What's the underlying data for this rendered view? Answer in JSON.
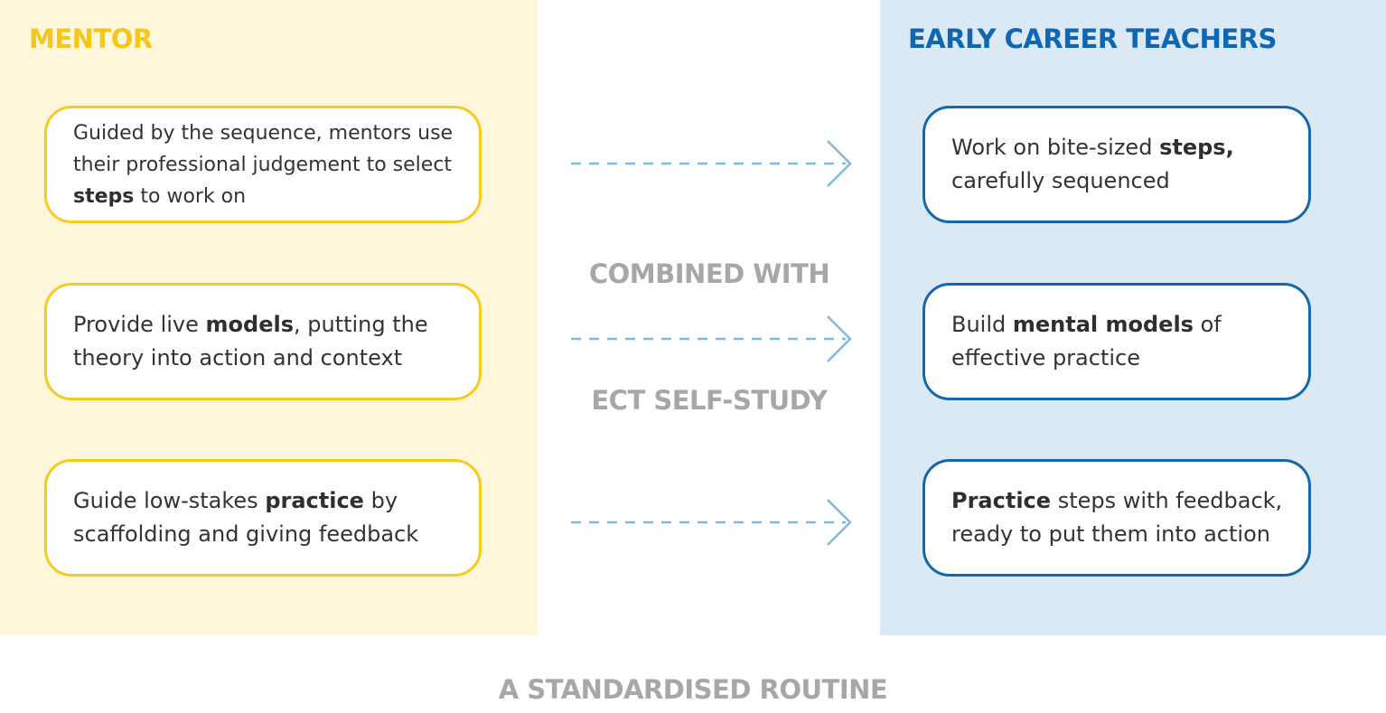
{
  "mentor": {
    "title": "MENTOR",
    "boxes": [
      {
        "before": "Guided by the sequence, mentors use their professional judgement to select ",
        "bold": "steps",
        "after": " to work on"
      },
      {
        "before": "Provide live ",
        "bold": "models",
        "after": ", putting the theory into action and context"
      },
      {
        "before": "Guide low-stakes ",
        "bold": "practice",
        "after": " by scaffolding and giving feedback"
      }
    ]
  },
  "ect": {
    "title": "EARLY CAREER TEACHERS",
    "boxes": [
      {
        "before": "Work on bite-sized ",
        "bold": "steps,",
        "after": " carefully sequenced"
      },
      {
        "before": "Build ",
        "bold": "mental models",
        "after": " of effective practice"
      },
      {
        "before": "",
        "bold": "Practice",
        "after": " steps with feedback, ready to put them into action"
      }
    ]
  },
  "middle": {
    "line1": "COMBINED WITH",
    "line2": "ECT SELF-STUDY"
  },
  "footer": {
    "label": "A STANDARDISED ROUTINE"
  },
  "colors": {
    "mentor_panel": "#fef7db",
    "mentor_accent": "#f7ca20",
    "ect_panel": "#dbe9f5",
    "ect_accent": "#1467ac",
    "arrow": "#7fb9df",
    "label_gray": "#a7a7a7"
  }
}
